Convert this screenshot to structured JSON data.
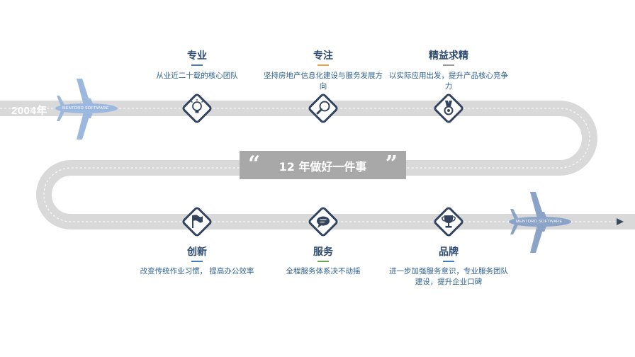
{
  "start_year": "2004年",
  "slogan": {
    "open_quote": "“",
    "text": "12 年做好一件事",
    "close_quote": "”"
  },
  "plane_label": "MENTORO SOFTWARE",
  "colors": {
    "road": "#d9d9d9",
    "node_border": "#33445f",
    "title": "#2c4a6e",
    "desc": "#2e6190",
    "plane_left": "#9db8df",
    "plane_right": "#8aa3c7",
    "slogan_bg": "#a8a8a8"
  },
  "milestones": [
    {
      "title": "专业",
      "desc": "从业近二十载的核心团队",
      "icon": "lightbulb-icon",
      "bar_color": "#3f7fc0"
    },
    {
      "title": "专注",
      "desc": "坚持房地产信息化建设与服务发展方向",
      "icon": "magnifier-icon",
      "bar_color": "#f0a040"
    },
    {
      "title": "精益求精",
      "desc": "以实际应用出发，提升产品核心竞争力",
      "icon": "medal-icon",
      "bar_color": "#9a9a9a"
    },
    {
      "title": "创新",
      "desc": "改变传统作业习惯， 提高办公效率",
      "icon": "flag-icon",
      "bar_color": "#3f7fc0"
    },
    {
      "title": "服务",
      "desc": "全程服务体系决不动摇",
      "icon": "chat-icon",
      "bar_color": "#6aa84f"
    },
    {
      "title": "品牌",
      "desc": "进一步加强服务意识，专业服务团队建设，提升企业口碑",
      "icon": "trophy-icon",
      "bar_color": "#3f7fc0"
    }
  ]
}
